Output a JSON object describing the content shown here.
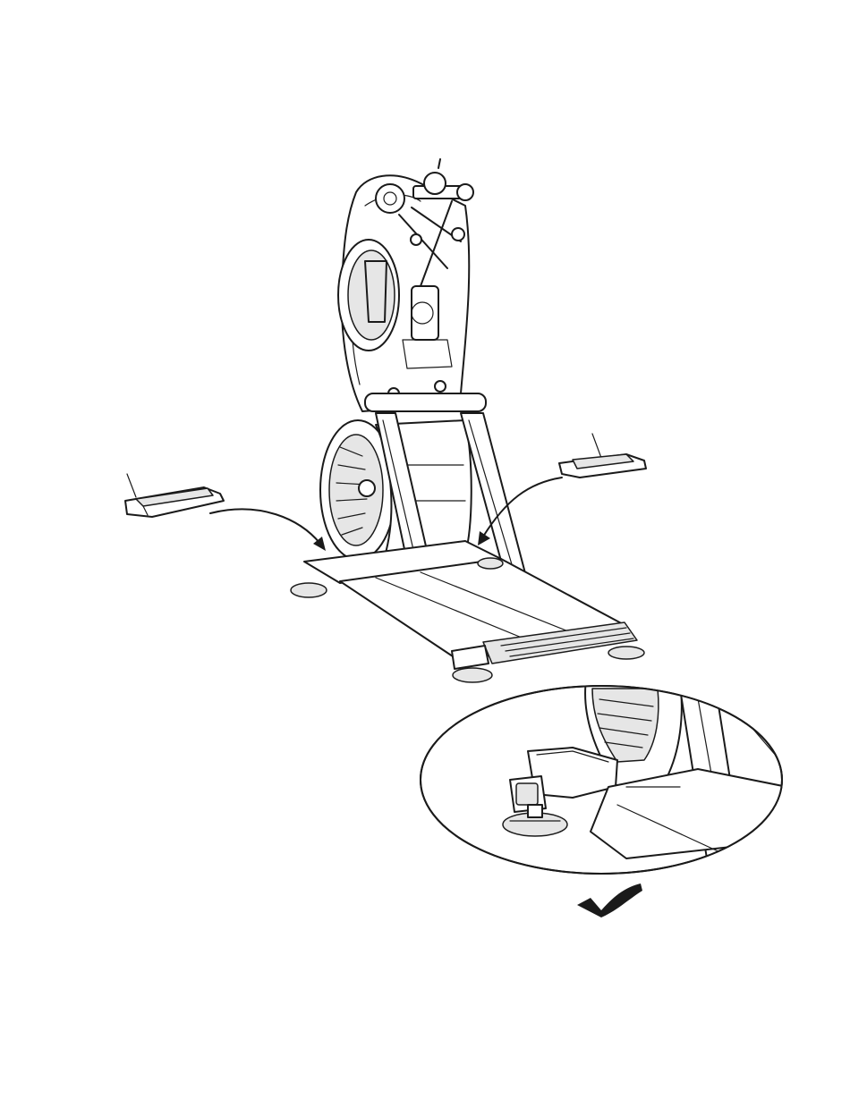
{
  "figure": {
    "parts": [
      "machine",
      "left-foot-cover",
      "right-foot-cover",
      "detail-callout"
    ],
    "colors": {
      "line": "#1a1a1a",
      "paper": "#ffffff",
      "shade": "#e6e6e6"
    },
    "icons": [
      "checkmark-icon",
      "arrow-icon"
    ]
  }
}
